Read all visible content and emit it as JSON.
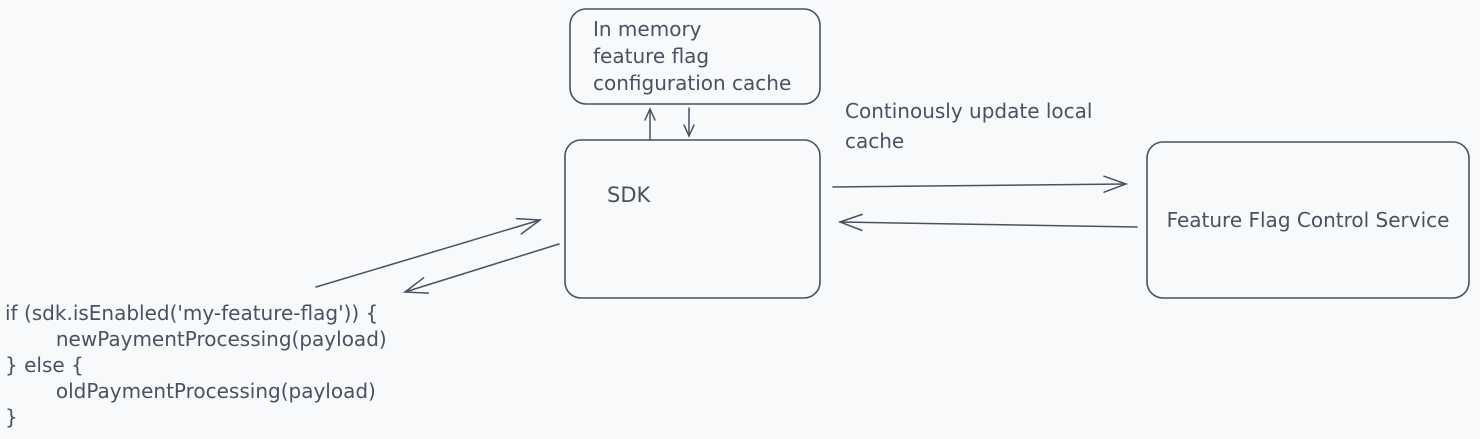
{
  "canvas": {
    "background": "#f8f9fa",
    "stroke_color": "#4a5160"
  },
  "nodes": {
    "cache_box": {
      "lines": [
        "In memory",
        "feature flag",
        "configuration cache"
      ]
    },
    "sdk_box": {
      "label": "SDK"
    },
    "service_box": {
      "label": "Feature Flag Control Service"
    }
  },
  "labels": {
    "update_cache": "Continously update local cache"
  },
  "code": {
    "lines": [
      "if (sdk.isEnabled('my-feature-flag')) {",
      "        newPaymentProcessing(payload)",
      "} else {",
      "        oldPaymentProcessing(payload)",
      "}"
    ]
  }
}
